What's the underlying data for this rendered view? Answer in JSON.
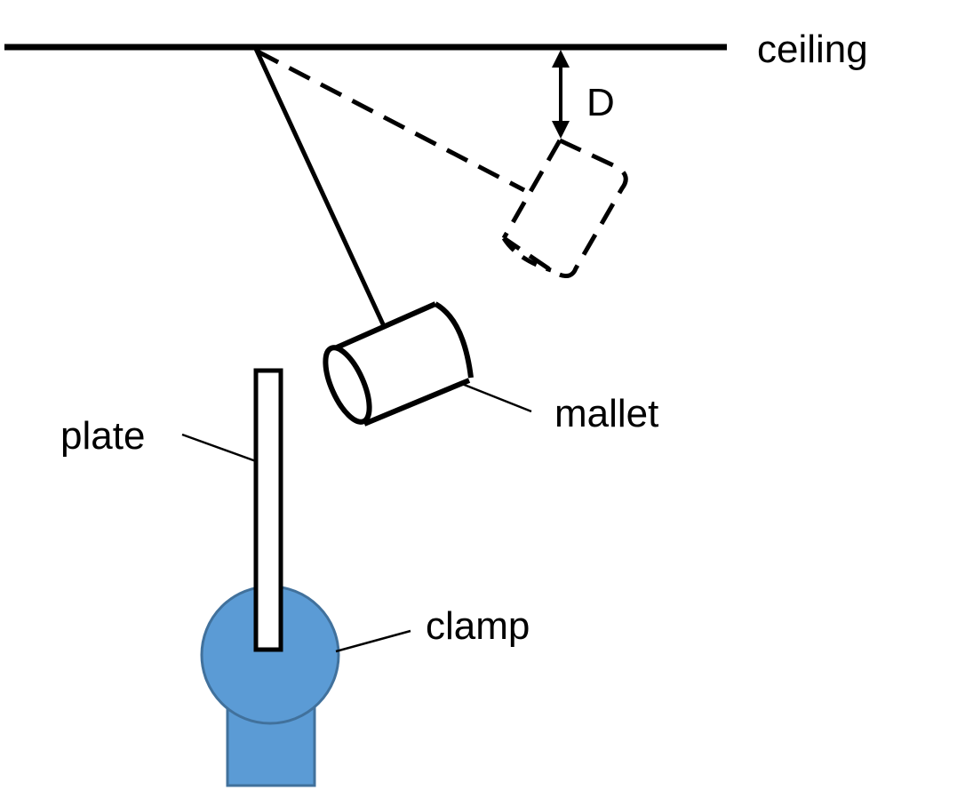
{
  "labels": {
    "ceiling": "ceiling",
    "distance": "D",
    "mallet": "mallet",
    "plate": "plate",
    "clamp": "clamp"
  },
  "colors": {
    "stroke": "#000000",
    "clamp_fill": "#5b9bd5",
    "clamp_stroke": "#41719c",
    "plate_fill": "#ffffff"
  }
}
